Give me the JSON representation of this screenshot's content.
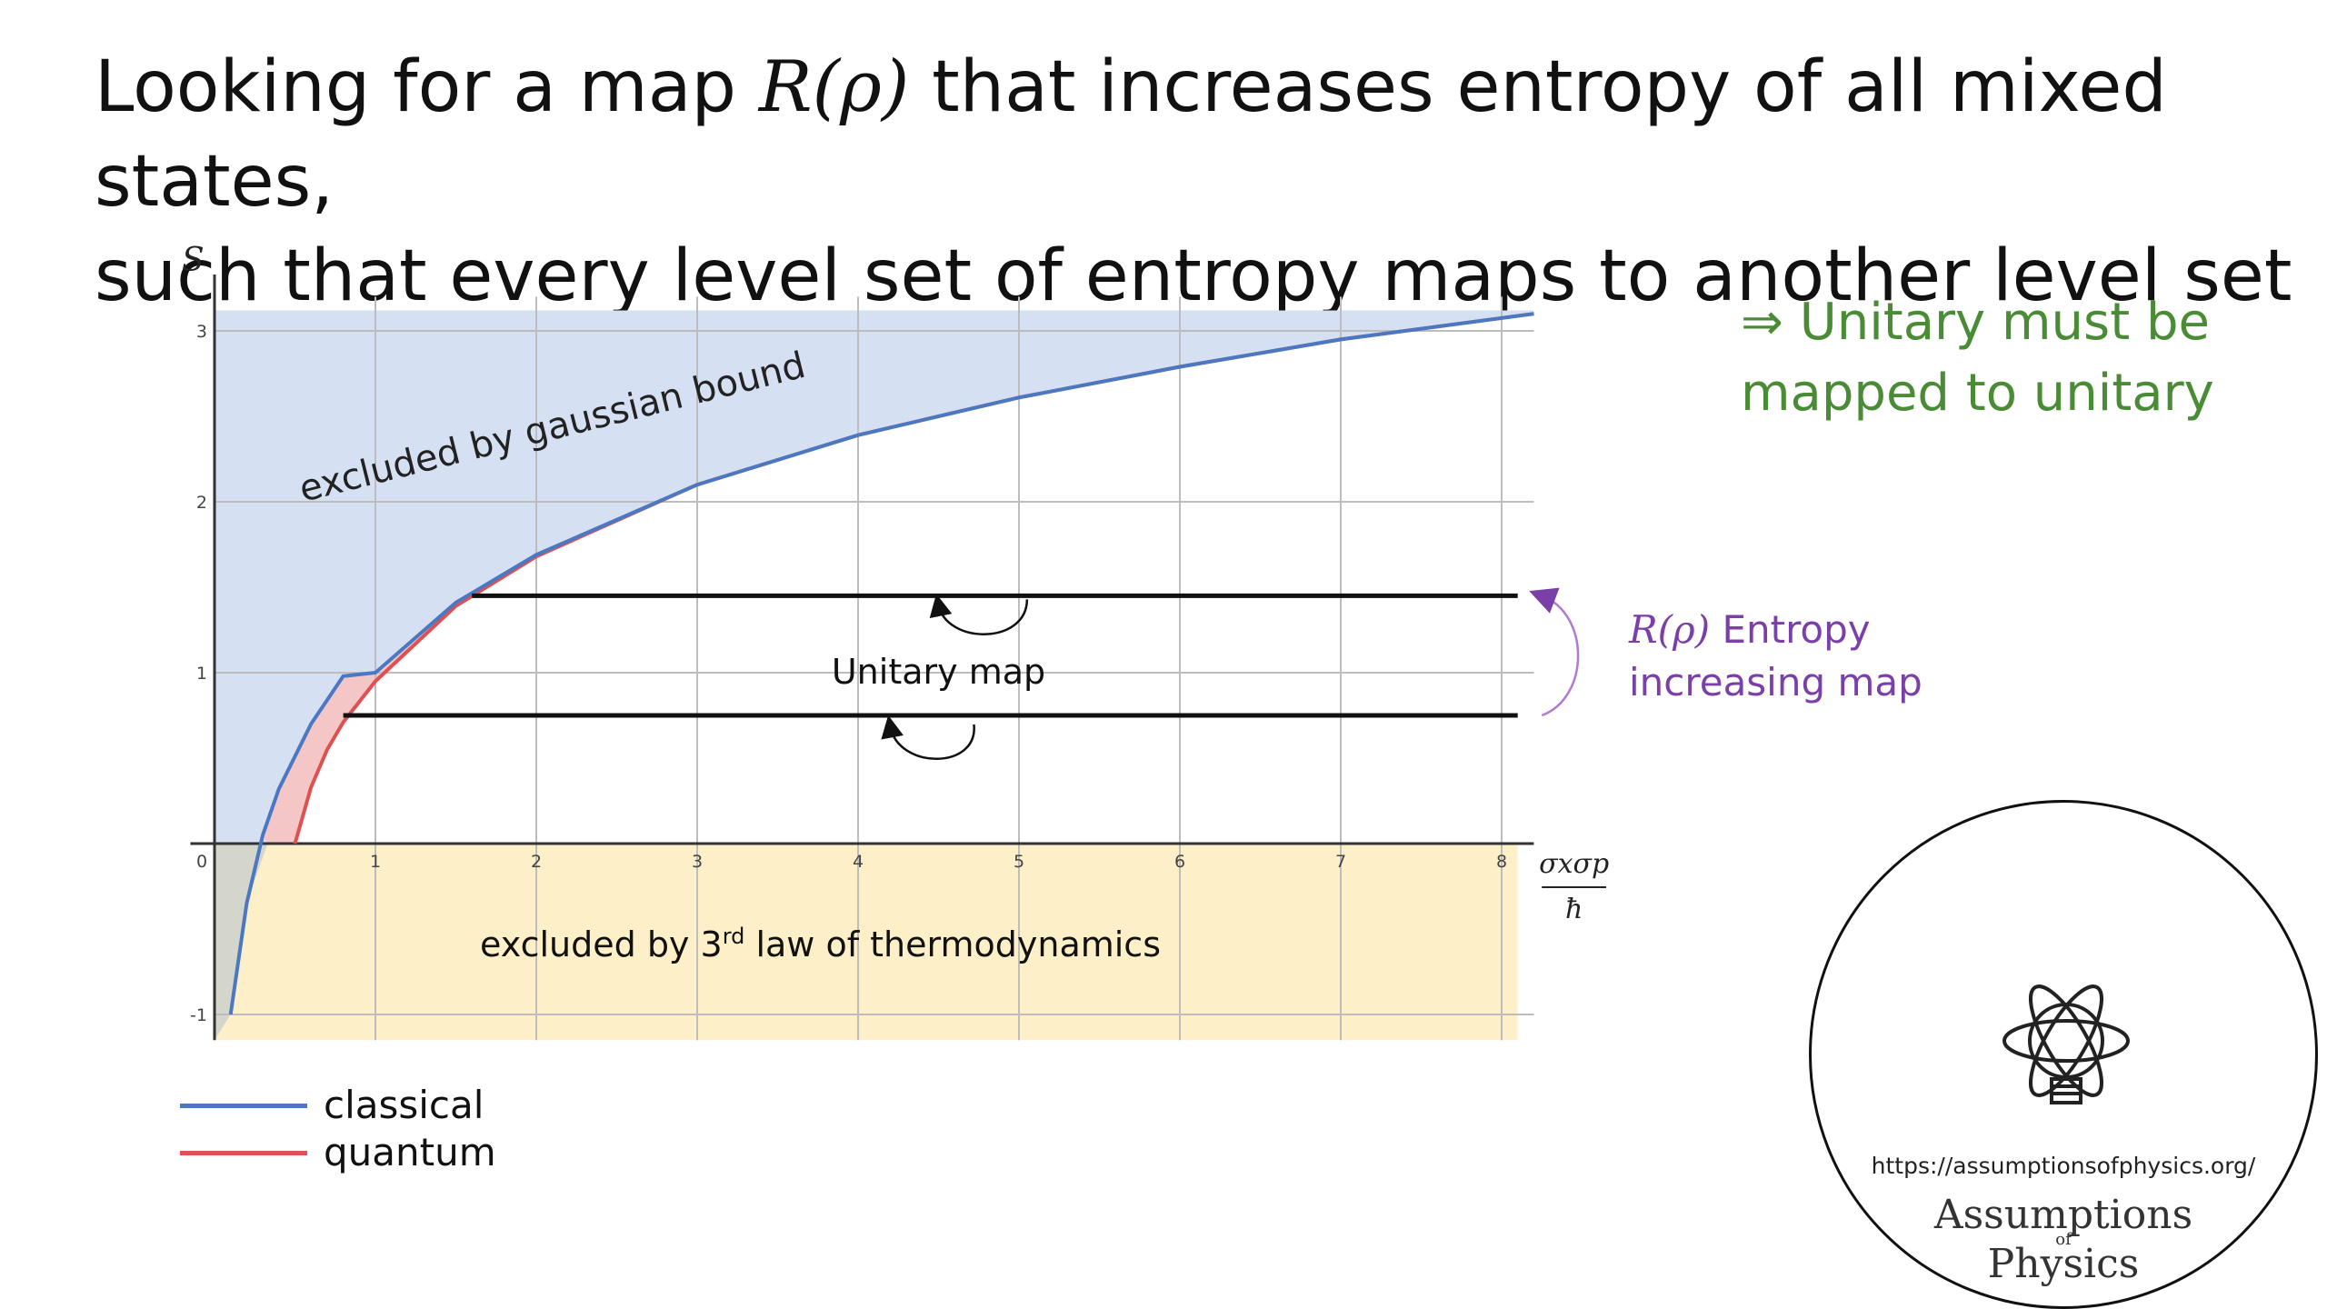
{
  "slide": {
    "title_line1_pre": "Looking for a map ",
    "title_math": "R(ρ)",
    "title_line1_post": " that increases entropy of all mixed states,",
    "title_line2": "such that every level set of entropy maps to another level set"
  },
  "notes": {
    "green_line1": "⇒ Unitary must be",
    "green_line2": "mapped to unitary",
    "purple_math": "R(ρ)",
    "purple_line1": " Entropy",
    "purple_line2": "increasing map",
    "color_green": "#4a8b35",
    "color_purple": "#7a3fa8"
  },
  "chart_data": {
    "type": "line",
    "ylabel": "S",
    "xlabel_num": "σxσp",
    "xlabel_den": "ħ",
    "xlim": [
      0,
      8
    ],
    "ylim": [
      -1,
      3
    ],
    "x_ticks": [
      "0",
      "1",
      "2",
      "3",
      "4",
      "5",
      "6",
      "7",
      "8"
    ],
    "y_ticks": [
      "-1",
      "0",
      "1",
      "2",
      "3"
    ],
    "series": [
      {
        "name": "classical",
        "color": "#4a78c2",
        "x": [
          0.1,
          0.2,
          0.3,
          0.4,
          0.6,
          0.8,
          1,
          1.5,
          2,
          3,
          4,
          5,
          6,
          7,
          8.2
        ],
        "y": [
          -1.0,
          -0.35,
          0.05,
          0.32,
          0.7,
          0.98,
          1.0,
          1.41,
          1.69,
          2.1,
          2.39,
          2.61,
          2.79,
          2.95,
          3.1
        ]
      },
      {
        "name": "quantum",
        "color": "#e05050",
        "x": [
          0.5,
          0.6,
          0.7,
          0.8,
          1,
          1.5,
          2,
          3,
          4,
          5,
          6,
          7,
          8.2
        ],
        "y": [
          0.0,
          0.33,
          0.55,
          0.71,
          0.95,
          1.39,
          1.68,
          2.1,
          2.39,
          2.61,
          2.79,
          2.95,
          3.1
        ]
      }
    ],
    "regions": [
      {
        "label": "excluded by gaussian bound",
        "color": "#d6e0f3"
      },
      {
        "label_pre": "excluded by 3",
        "label_sup": "rd",
        "label_post": " law of thermodynamics",
        "color": "#fdf0c8"
      }
    ],
    "level_sets": [
      {
        "y": 0.75,
        "x_start": 0.8,
        "x_end": 8.1
      },
      {
        "y": 1.45,
        "x_start": 1.6,
        "x_end": 8.1
      }
    ],
    "center_label": "Unitary map"
  },
  "legend": {
    "items": [
      {
        "label": "classical",
        "color": "#4a78c2"
      },
      {
        "label": "quantum",
        "color": "#e05050"
      }
    ]
  },
  "logo": {
    "url": "https://assumptionsofphysics.org/",
    "name_line1": "Assumptions",
    "name_of": "of",
    "name_line2": "Physics"
  }
}
